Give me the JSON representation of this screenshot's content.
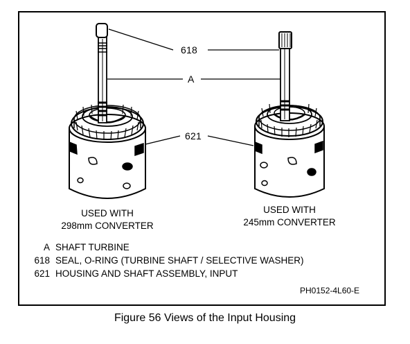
{
  "callouts": {
    "c618": "618",
    "cA": "A",
    "c621": "621"
  },
  "captions": {
    "left": {
      "line1": "USED WITH",
      "line2": "298mm CONVERTER"
    },
    "right": {
      "line1": "USED WITH",
      "line2": "245mm CONVERTER"
    }
  },
  "legend": [
    {
      "code": "A",
      "text": "SHAFT TURBINE"
    },
    {
      "code": "618",
      "text": "SEAL, O-RING (TURBINE SHAFT / SELECTIVE WASHER)"
    },
    {
      "code": "621",
      "text": "HOUSING AND SHAFT ASSEMBLY, INPUT"
    }
  ],
  "part_code": "PH0152-4L60-E",
  "figure_caption": "Figure 56 Views of the Input Housing"
}
